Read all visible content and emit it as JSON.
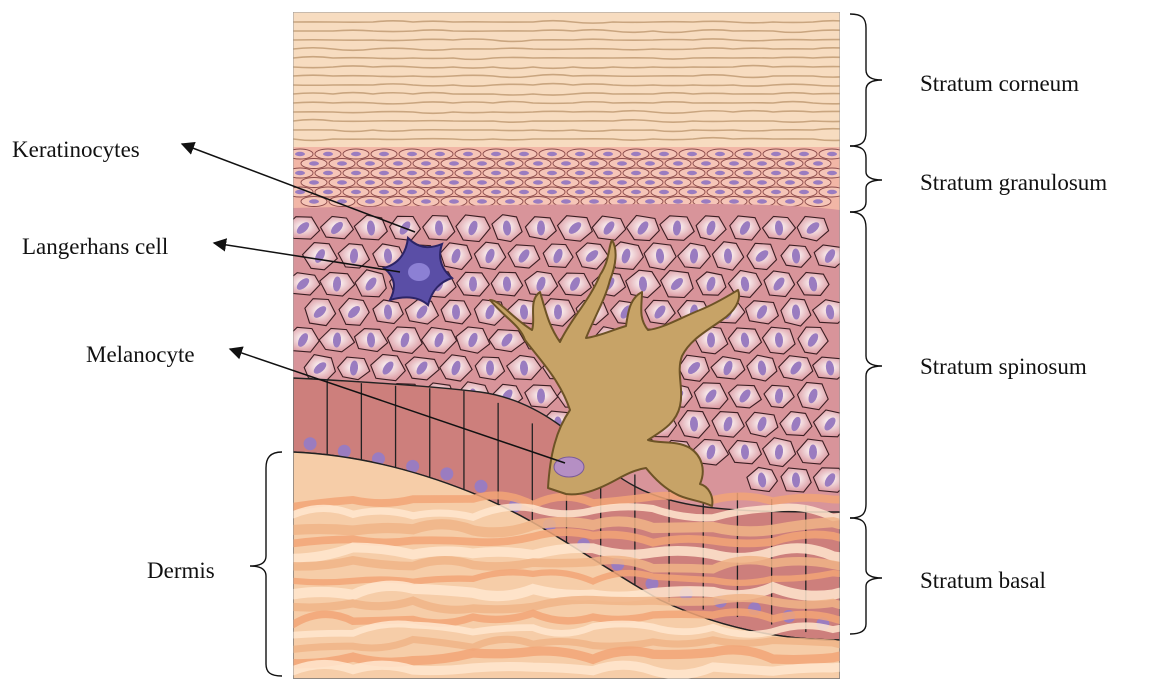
{
  "diagram": {
    "labels": {
      "keratinocytes": "Keratinocytes",
      "langerhans": "Langerhans cell",
      "melanocyte": "Melanocyte",
      "dermis": "Dermis",
      "corneum": "Stratum corneum",
      "granulosum": "Stratum granulosum",
      "spinosum": "Stratum spinosum",
      "basal": "Stratum basal"
    },
    "colors": {
      "corneum": "#f7dcc0",
      "corneum_line": "#c9a57f",
      "granulosum": "#f2b6a6",
      "spinosum": "#d8949a",
      "spinosum_cell": "#f1cfd2",
      "basal": "#cd7f7c",
      "nucleus": "#9a7cc0",
      "dermis": "#f6cda8",
      "dermis_streak": "#f2a577",
      "melanocyte": "#c7a367",
      "langerhans": "#5a4ea6",
      "outline": "#222222"
    }
  }
}
